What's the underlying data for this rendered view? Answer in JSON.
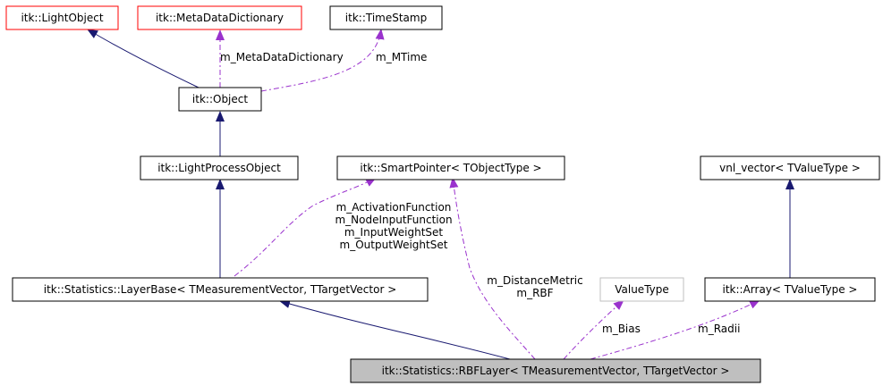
{
  "colors": {
    "inherit": "#191970",
    "usage": "#9a32cd",
    "box_normal": "#000000",
    "box_red": "#ff0000",
    "box_gray": "#bfbfbf",
    "target_fill": "#bfbfbf"
  },
  "nodes": {
    "light_object": "itk::LightObject",
    "meta_data_dictionary": "itk::MetaDataDictionary",
    "time_stamp": "itk::TimeStamp",
    "object": "itk::Object",
    "light_process_object": "itk::LightProcessObject",
    "smart_pointer": "itk::SmartPointer< TObjectType >",
    "vnl_vector": "vnl_vector< TValueType >",
    "layer_base": "itk::Statistics::LayerBase< TMeasurementVector, TTargetVector >",
    "value_type": "ValueType",
    "array": "itk::Array< TValueType >",
    "rbf_layer": "itk::Statistics::RBFLayer< TMeasurementVector, TTargetVector >"
  },
  "edge_labels": {
    "meta_data_dictionary": "m_MetaDataDictionary",
    "mtime": "m_MTime",
    "layer_base_members": [
      "m_ActivationFunction",
      "m_NodeInputFunction",
      "m_InputWeightSet",
      "m_OutputWeightSet"
    ],
    "rbf_members": [
      "m_DistanceMetric",
      "m_RBF"
    ],
    "bias": "m_Bias",
    "radii": "m_Radii"
  }
}
